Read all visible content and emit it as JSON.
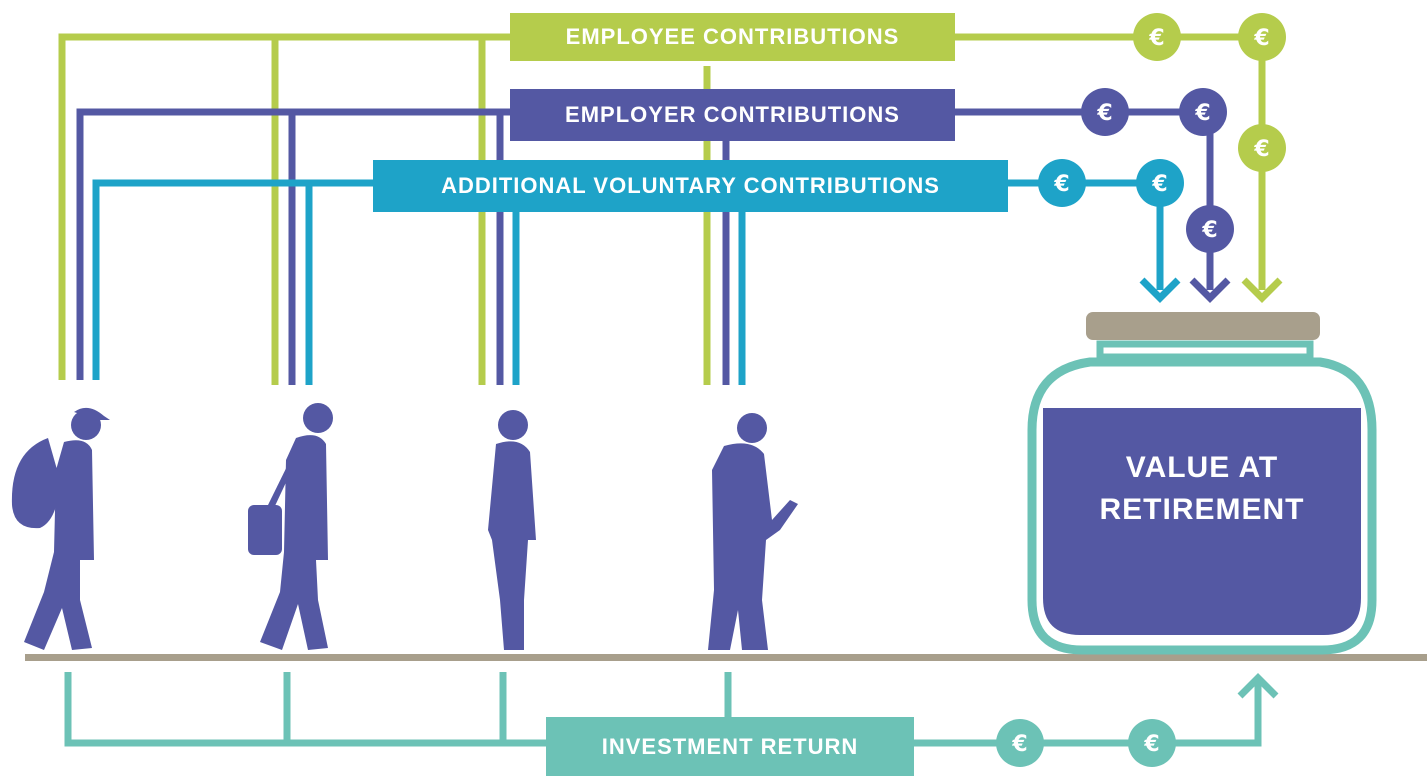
{
  "labels": {
    "employee": "EMPLOYEE CONTRIBUTIONS",
    "employer": "EMPLOYER CONTRIBUTIONS",
    "avc": "ADDITIONAL VOLUNTARY CONTRIBUTIONS",
    "investment": "INVESTMENT RETURN"
  },
  "jar": {
    "line1": "VALUE AT",
    "line2": "RETIREMENT"
  },
  "currency_symbol": "€",
  "colors": {
    "employee": "#b5cc4c",
    "employer": "#5458a3",
    "avc": "#1ea3c8",
    "investment": "#6cc2b6",
    "ground": "#a89f8c",
    "jar_lid": "#a89f8c",
    "jar_outline": "#6cc2b6",
    "jar_fill": "#5458a3",
    "people": "#5458a3"
  }
}
